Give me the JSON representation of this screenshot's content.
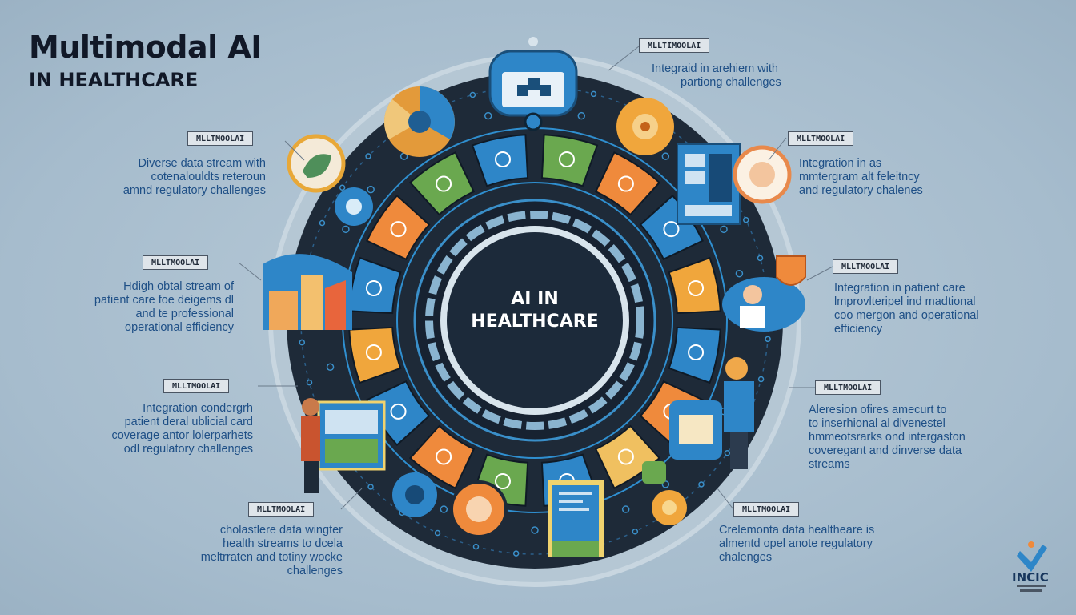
{
  "header": {
    "title": "Multimodal AI",
    "subtitle": "IN HEALTHCARE"
  },
  "center": {
    "line1": "AI IN",
    "line2": "HEALTHCARE"
  },
  "labels": {
    "top": "MLLTIMOOLAI",
    "left1": "MLLTMOOLAI",
    "left2": "MLLTMOOLAI",
    "left3": "MLLTMOOLAI",
    "left4": "MLLTMOOLAI",
    "right1": "MLLTMOOLAI",
    "right2": "MLLTMOOLAI",
    "right3": "MLLTMOOLAI",
    "right4": "MLLTMOOLAI"
  },
  "descriptions": {
    "top": [
      "Integraid in arehiem with",
      "partiong challenges"
    ],
    "left1": [
      "Diverse data stream with",
      "cotenalouldts reteroun",
      "amnd regulatory challenges"
    ],
    "left2": [
      "Hdigh obtal stream of",
      "patient care foe deigems dl",
      "and te professional",
      "operational efficiency"
    ],
    "left3": [
      "Integration condergrh",
      "patient deral ublicial card",
      "coverage antor lolerparhets",
      "odl regulatory challenges"
    ],
    "left4": [
      "cholastlere data wingter",
      "health streams to dcela",
      "meltrraten and totiny wocke",
      "challenges"
    ],
    "right1": [
      "Integration in as",
      "mmtergram alt feleitncy",
      "and regulatory chalenes"
    ],
    "right2": [
      "Integration in patient care",
      "lmprovlteripel ind madtional",
      "coo mergon and operational",
      "efficiency"
    ],
    "right3": [
      "Aleresion ofires amecurt to",
      "to inserhional al divenestel",
      "hmmeotsrarks ond intergaston",
      "coveregant and dinverse data",
      "streams"
    ],
    "right4": [
      "Crelemonta data healtheare is",
      "almentd opel anote regulatory",
      "chalenges"
    ]
  },
  "logo": {
    "text": "INCIC"
  },
  "colors": {
    "background": "#a9bfcf",
    "dial": "#1e2a38",
    "accent_blue": "#2e86c8",
    "accent_orange": "#ef8a3c",
    "accent_green": "#6aa84f",
    "text_blue": "#1e4f86"
  }
}
